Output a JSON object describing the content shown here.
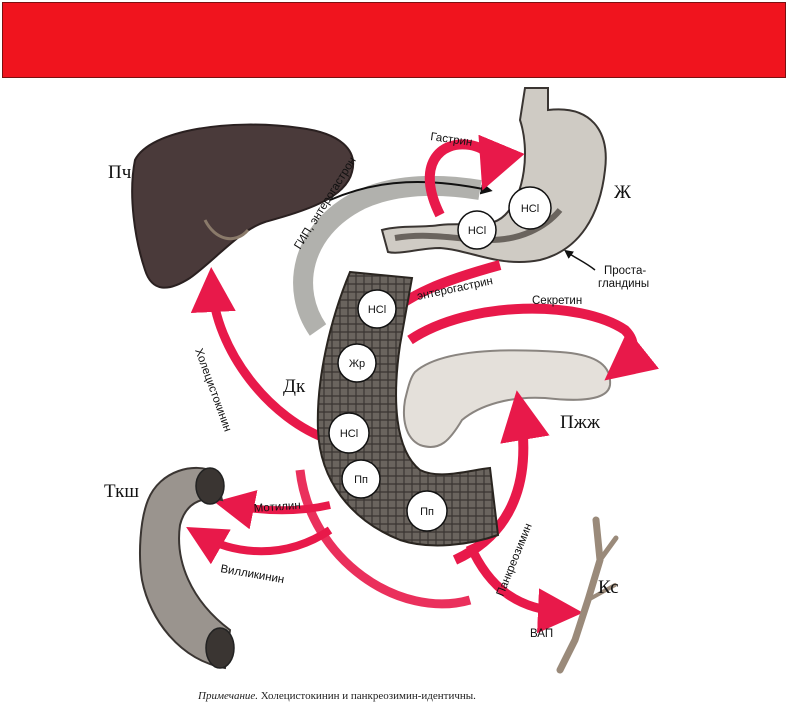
{
  "organs": {
    "liver": "Пч",
    "stomach": "Ж",
    "duodenum": "Дк",
    "pancreas": "Пжж",
    "small_intestine": "Ткш",
    "vessel": "Кс"
  },
  "hormones": {
    "gastrin": "Гастрин",
    "gip": "ГИП, энтерогастрон",
    "enterogastrin": "энтерогастрин",
    "secretin": "Секретин",
    "prostaglandins_line1": "Проста-",
    "prostaglandins_line2": "гландины",
    "cholecystokinin": "Холецистокинин",
    "motilin": "Мотилин",
    "villikinin": "Вилликинин",
    "pancreozymin": "Панкреозимин",
    "vip": "ВАП"
  },
  "cells": {
    "stomach_hcl_1": "HCl",
    "stomach_hcl_2": "HCl",
    "duodenum_hcl": "HCl",
    "duodenum_fat": "Жр",
    "duodenum_hcl_2": "HCl",
    "duodenum_pp_1": "Пп",
    "duodenum_pp_2": "Пп"
  },
  "note": {
    "prefix": "Примечание.",
    "text": " Холецистокинин и панкреозимин-идентичны."
  },
  "colors": {
    "banner": "#f0141e",
    "arrow": "#e8194a",
    "gray_arrow": "#a8a8a4",
    "liver": "#4a3a3a",
    "tissue": "#8a8580"
  }
}
